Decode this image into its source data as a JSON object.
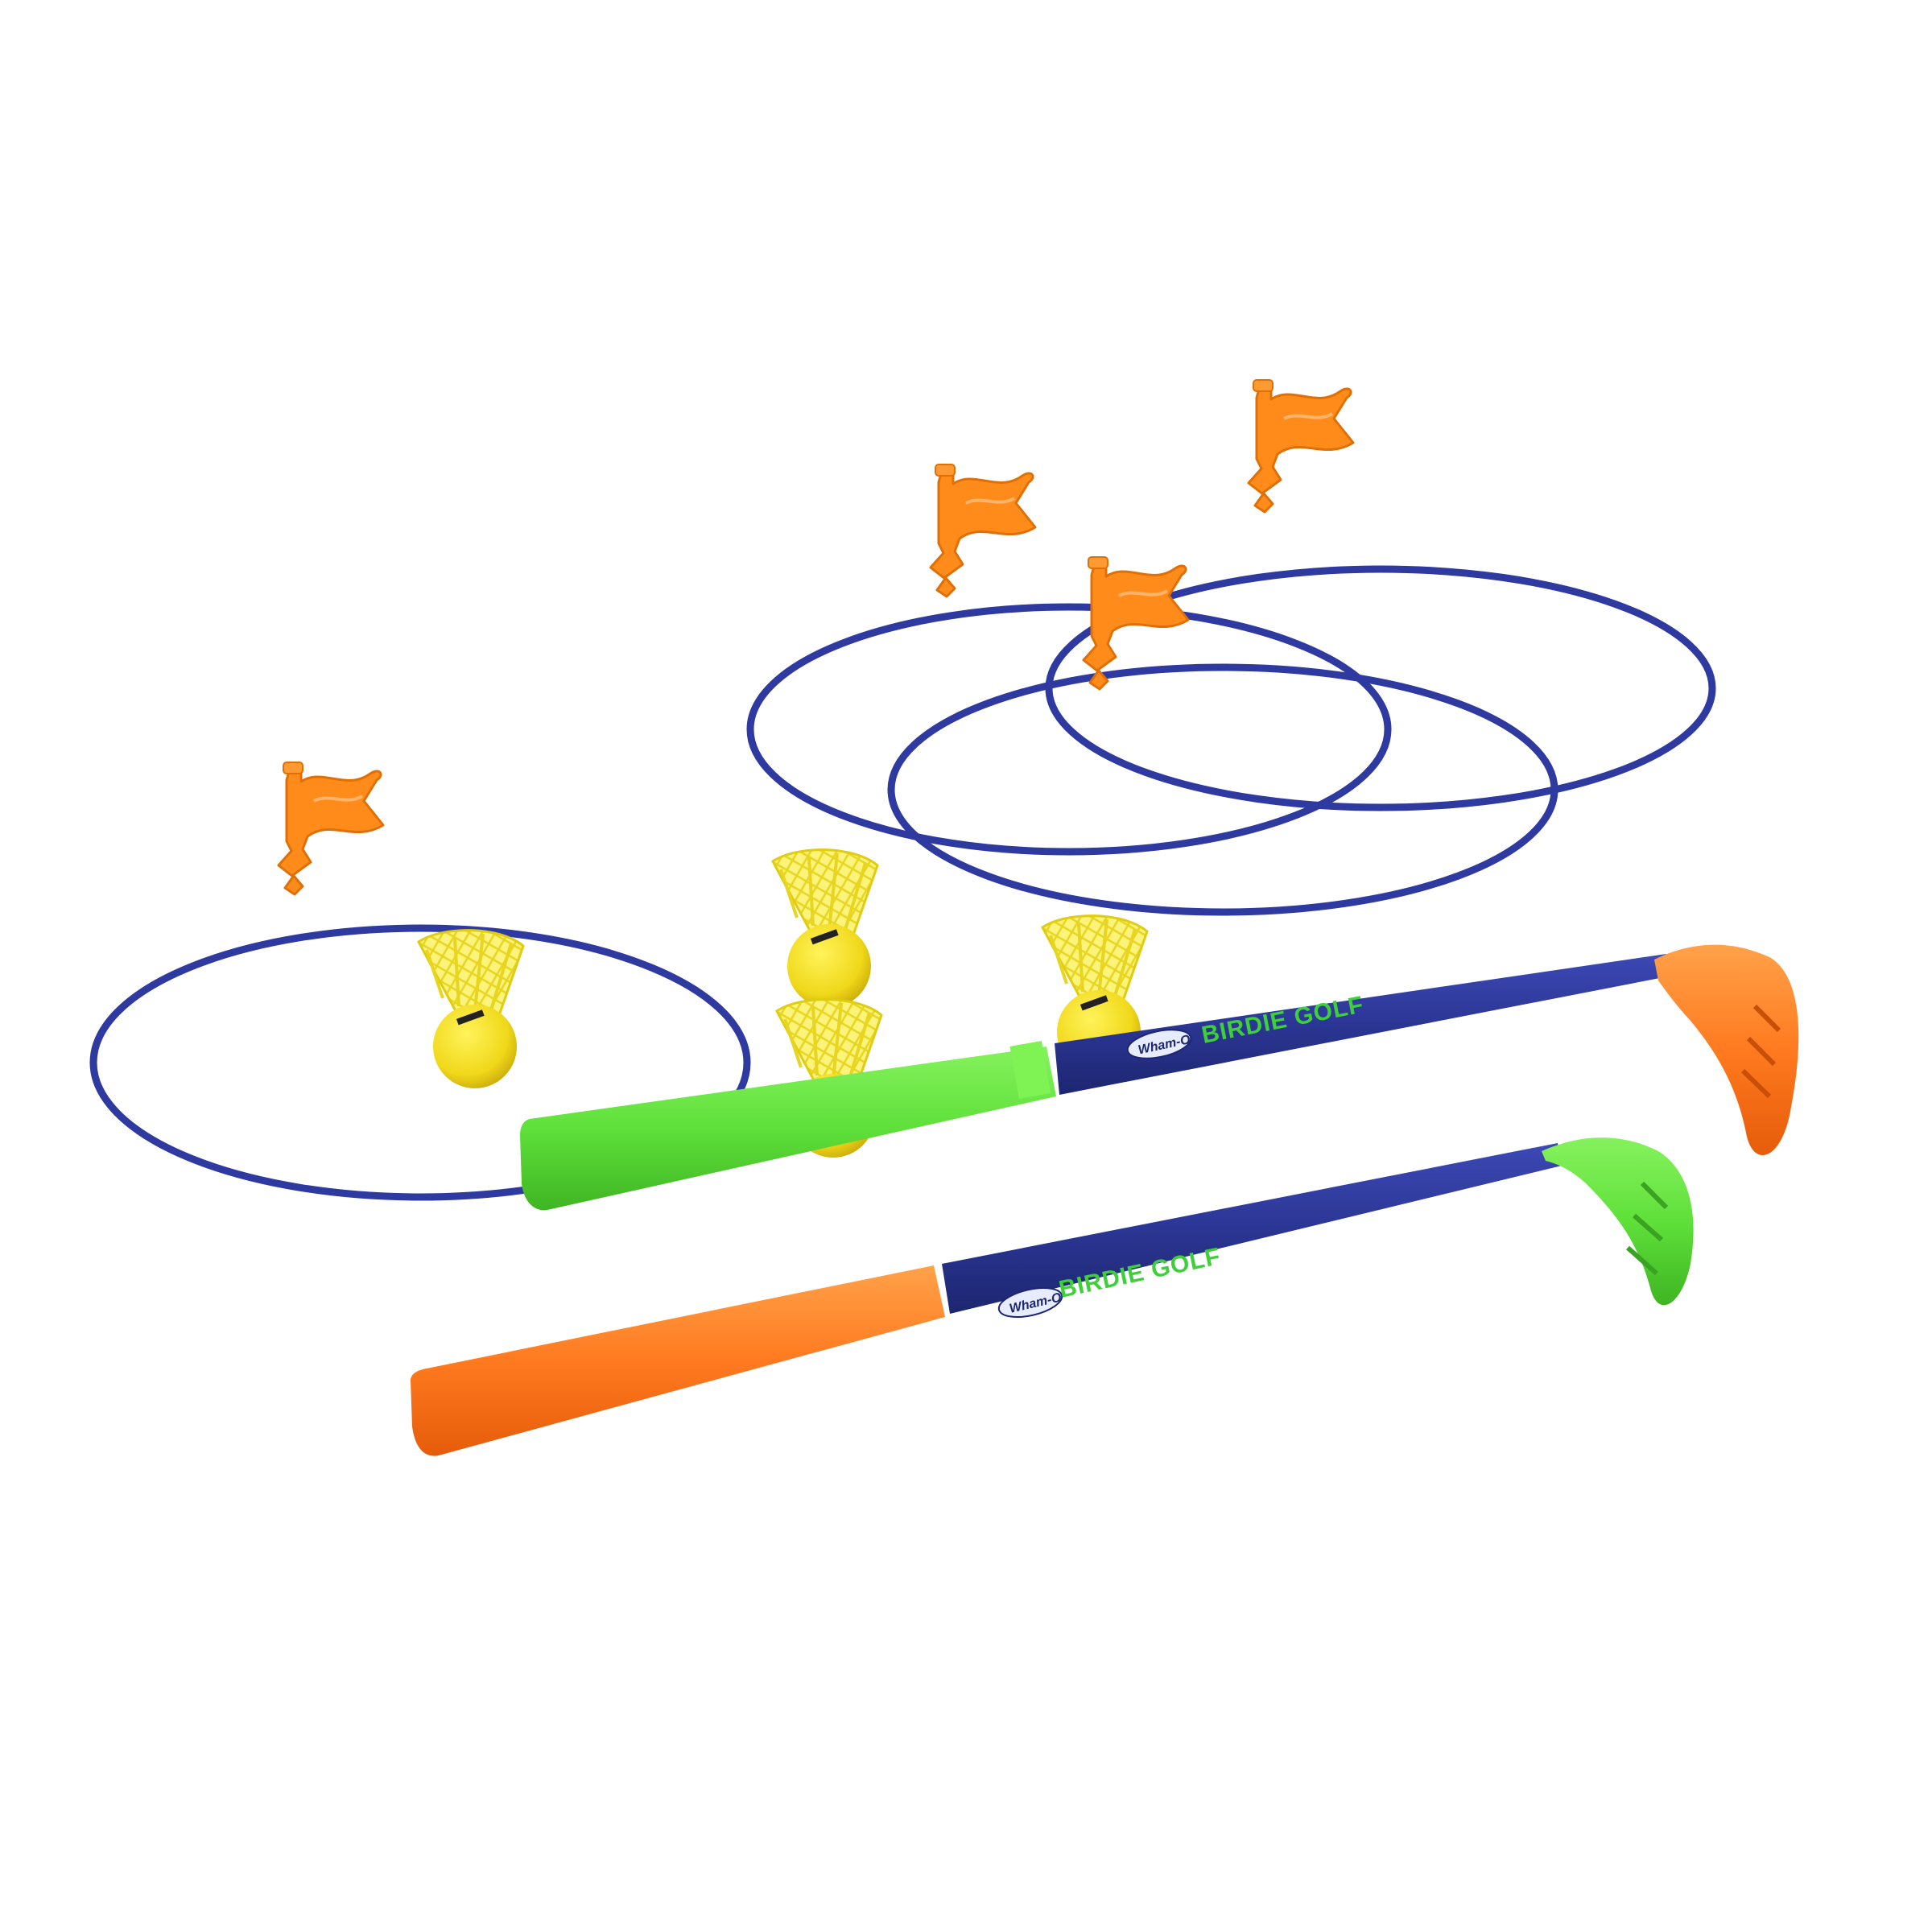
{
  "product": {
    "club_label": "BIRDIE GOLF",
    "logo_text": "Wham-O"
  },
  "colors": {
    "background": "#ffffff",
    "hoop_blue": "#2e3aa0",
    "flag_orange": "#ff8c1a",
    "club_shaft_blue": "#2b3694",
    "grip_green": "#5fe03a",
    "grip_orange": "#ff7a1f",
    "birdie_yellow": "#f2e01e",
    "label_green": "#3fcf3a"
  },
  "items": {
    "hoops": 4,
    "flags": 4,
    "birdies": 4,
    "clubs": 2
  }
}
